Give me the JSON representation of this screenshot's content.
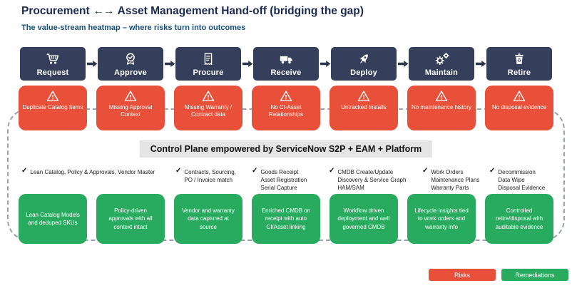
{
  "header": {
    "title_pre": "Procurement",
    "title_arrows": "←→",
    "title_post": "Asset Management Hand-off (bridging the gap)",
    "subtitle": "The value-stream heatmap – where risks turn into outcomes"
  },
  "icons": {
    "check": "✓"
  },
  "stages": [
    {
      "label": "Request"
    },
    {
      "label": "Approve"
    },
    {
      "label": "Procure"
    },
    {
      "label": "Receive"
    },
    {
      "label": "Deploy"
    },
    {
      "label": "Maintain"
    },
    {
      "label": "Retire"
    }
  ],
  "risks": [
    "Duplicate Catalog Items",
    "Missing Approval Context",
    "Missing Warranty / Contract data",
    "No CI-Asset Relationships",
    "Untracked Installs",
    "No maintenance history",
    "No disposal evidence"
  ],
  "control_plane": {
    "label": "Control Plane empowered by ServiceNow S2P + EAM + Platform"
  },
  "capabilities": [
    "Lean Catalog, Policy & Approvals, Vendor Master",
    "Contracts, Sourcing,\nPO / Invoice match",
    "Goods Receipt\nAsset Registration\nSerial Capture",
    "CMDB Create/Update\nDiscovery & Service Graph\nHAM/SAM",
    "Work Orders\nMaintenance Plans\nWarranty Parts",
    "Decommission\nData Wipe\nDisposal Evidence"
  ],
  "remediations": [
    "Lean Catalog Models and deduped SKUs",
    "Policy-driven approvals with all context intact",
    "Vendor and warranty data captured at source",
    "Enriched CMDB on receipt with auto CI/Asset linking",
    "Workflow driven deployment and well governed CMDB",
    "Lifecycle insights tied to work orders and warranty info",
    "Controlled retire/disposal with auditable evidence"
  ],
  "legend": {
    "risks": "Risks",
    "remediations": "Remediations"
  },
  "colors": {
    "stage_navy": "#353f5b",
    "risk_red": "#e8503a",
    "remediation_green": "#29ab5f",
    "banner_bg": "#e4e4e4",
    "title_navy": "#1b2a4e",
    "subtitle_blue": "#17507a"
  }
}
